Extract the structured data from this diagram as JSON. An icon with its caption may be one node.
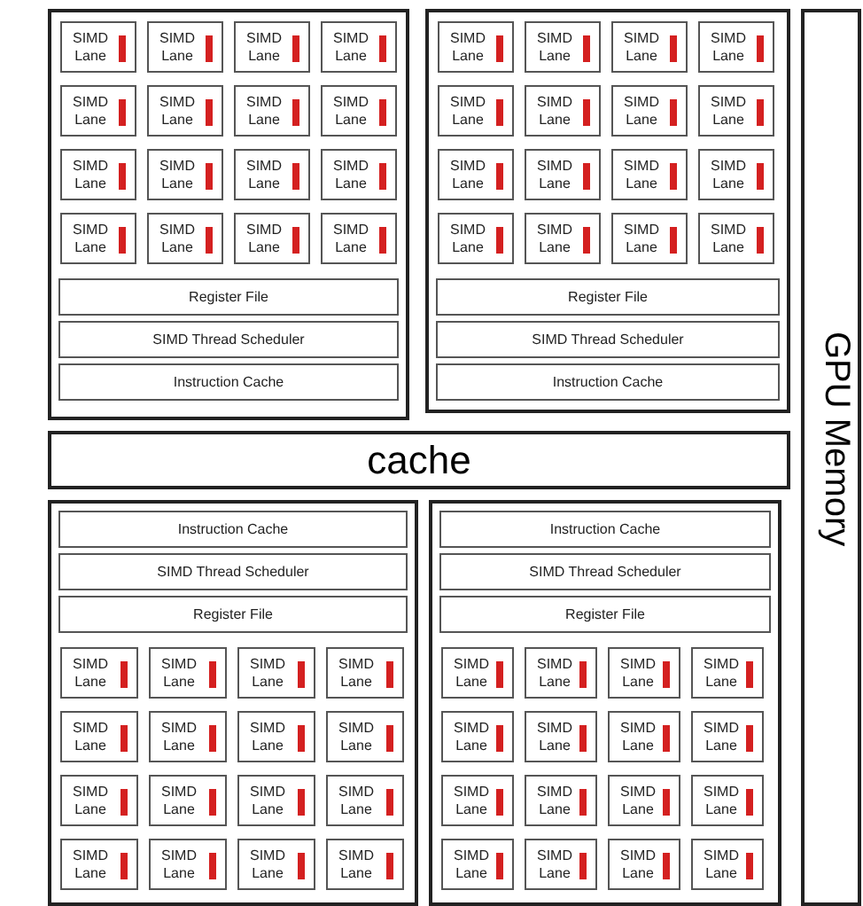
{
  "diagram": {
    "nodes": [
      {
        "text": [],
        "shape": "box"
      },
      {
        "text": [
          "SIMD Lane"
        ],
        "in": 0
      },
      {
        "text": [
          "SIMD Lane"
        ],
        "in": 0
      },
      {
        "text": [
          "SIMD Lane"
        ],
        "in": 0
      },
      {
        "text": [
          "SIMD Lane"
        ],
        "in": 0
      },
      {
        "text": [
          "SIMD Lane"
        ],
        "in": 0
      },
      {
        "text": [
          "SIMD Lane"
        ],
        "in": 0
      },
      {
        "text": [
          "SIMD Lane"
        ],
        "in": 0
      },
      {
        "text": [
          "SIMD Lane"
        ],
        "in": 0
      },
      {
        "text": [
          "SIMD Lane"
        ],
        "in": 0
      },
      {
        "text": [
          "SIMD Lane"
        ],
        "in": 0
      },
      {
        "text": [
          "SIMD Lane"
        ],
        "in": 0
      },
      {
        "text": [
          "SIMD Lane"
        ],
        "in": 0
      },
      {
        "text": [
          "SIMD Lane"
        ],
        "in": 0
      },
      {
        "text": [
          "SIMD Lane"
        ],
        "in": 0
      },
      {
        "text": [
          "SIMD Lane"
        ],
        "in": 0
      },
      {
        "text": [
          "SIMD Lane"
        ],
        "in": 0
      },
      {
        "text": [
          "Register File"
        ],
        "in": 0
      },
      {
        "text": [
          "SIMD Thread Scheduler"
        ],
        "in": 0
      },
      {
        "text": [
          "Instruction Cache"
        ],
        "in": 0
      },
      {
        "text": [],
        "shape": "box"
      },
      {
        "text": [
          "SIMD Lane"
        ],
        "in": 20
      },
      {
        "text": [
          "SIMD Lane"
        ],
        "in": 20
      },
      {
        "text": [
          "SIMD Lane"
        ],
        "in": 20
      },
      {
        "text": [
          "SIMD Lane"
        ],
        "in": 20
      },
      {
        "text": [
          "SIMD Lane"
        ],
        "in": 20
      },
      {
        "text": [
          "SIMD Lane"
        ],
        "in": 20
      },
      {
        "text": [
          "SIMD Lane"
        ],
        "in": 20
      },
      {
        "text": [
          "SIMD Lane"
        ],
        "in": 20
      },
      {
        "text": [
          "SIMD Lane"
        ],
        "in": 20
      },
      {
        "text": [
          "SIMD Lane"
        ],
        "in": 20
      },
      {
        "text": [
          "SIMD Lane"
        ],
        "in": 20
      },
      {
        "text": [
          "SIMD Lane"
        ],
        "in": 20
      },
      {
        "text": [
          "SIMD Lane"
        ],
        "in": 20
      },
      {
        "text": [
          "SIMD Lane"
        ],
        "in": 20
      },
      {
        "text": [
          "SIMD Lane"
        ],
        "in": 20
      },
      {
        "text": [
          "SIMD Lane"
        ],
        "in": 20
      },
      {
        "text": [
          "Register File"
        ],
        "in": 20
      },
      {
        "text": [
          "SIMD Thread Scheduler"
        ],
        "in": 20
      },
      {
        "text": [
          "Instruction Cache"
        ],
        "in": 20
      },
      {
        "text": [
          "cache"
        ]
      },
      {
        "text": [],
        "shape": "box"
      },
      {
        "text": [
          "Instruction Cache"
        ],
        "in": 41
      },
      {
        "text": [
          "SIMD Thread Scheduler"
        ],
        "in": 41
      },
      {
        "text": [
          "Register File"
        ],
        "in": 41
      },
      {
        "text": [
          "SIMD Lane"
        ],
        "in": 41
      },
      {
        "text": [
          "SIMD Lane"
        ],
        "in": 41
      },
      {
        "text": [
          "SIMD Lane"
        ],
        "in": 41
      },
      {
        "text": [
          "SIMD Lane"
        ],
        "in": 41
      },
      {
        "text": [
          "SIMD Lane"
        ],
        "in": 41
      },
      {
        "text": [
          "SIMD Lane"
        ],
        "in": 41
      },
      {
        "text": [
          "SIMD Lane"
        ],
        "in": 41
      },
      {
        "text": [
          "SIMD Lane"
        ],
        "in": 41
      },
      {
        "text": [
          "SIMD Lane"
        ],
        "in": 41
      },
      {
        "text": [
          "SIMD Lane"
        ],
        "in": 41
      },
      {
        "text": [
          "SIMD Lane"
        ],
        "in": 41
      },
      {
        "text": [
          "SIMD Lane"
        ],
        "in": 41
      },
      {
        "text": [
          "SIMD Lane"
        ],
        "in": 41
      },
      {
        "text": [
          "SIMD Lane"
        ],
        "in": 41
      },
      {
        "text": [
          "SIMD Lane"
        ],
        "in": 41
      },
      {
        "text": [
          "SIMD Lane"
        ],
        "in": 41
      },
      {
        "text": [],
        "shape": "box"
      },
      {
        "text": [
          "Instruction Cache"
        ],
        "in": 61
      },
      {
        "text": [
          "SIMD Thread Scheduler"
        ],
        "in": 61
      },
      {
        "text": [
          "Register File"
        ],
        "in": 61
      },
      {
        "text": [
          "SIMD Lane"
        ],
        "in": 61
      },
      {
        "text": [
          "SIMD Lane"
        ],
        "in": 61
      },
      {
        "text": [
          "SIMD Lane"
        ],
        "in": 61
      },
      {
        "text": [
          "SIMD Lane"
        ],
        "in": 61
      },
      {
        "text": [
          "SIMD Lane"
        ],
        "in": 61
      },
      {
        "text": [
          "SIMD Lane"
        ],
        "in": 61
      },
      {
        "text": [
          "SIMD Lane"
        ],
        "in": 61
      },
      {
        "text": [
          "SIMD Lane"
        ],
        "in": 61
      },
      {
        "text": [
          "SIMD Lane"
        ],
        "in": 61
      },
      {
        "text": [
          "SIMD Lane"
        ],
        "in": 61
      },
      {
        "text": [
          "SIMD Lane"
        ],
        "in": 61
      },
      {
        "text": [
          "SIMD Lane"
        ],
        "in": 61
      },
      {
        "text": [
          "SIMD Lane"
        ],
        "in": 61
      },
      {
        "text": [
          "SIMD Lane"
        ],
        "in": 61
      },
      {
        "text": [
          "SIMD Lane"
        ],
        "in": 61
      },
      {
        "text": [
          "SIMD Lane"
        ],
        "in": 61
      },
      {
        "text": [
          "GPU Memory"
        ]
      }
    ],
    "edges": []
  }
}
